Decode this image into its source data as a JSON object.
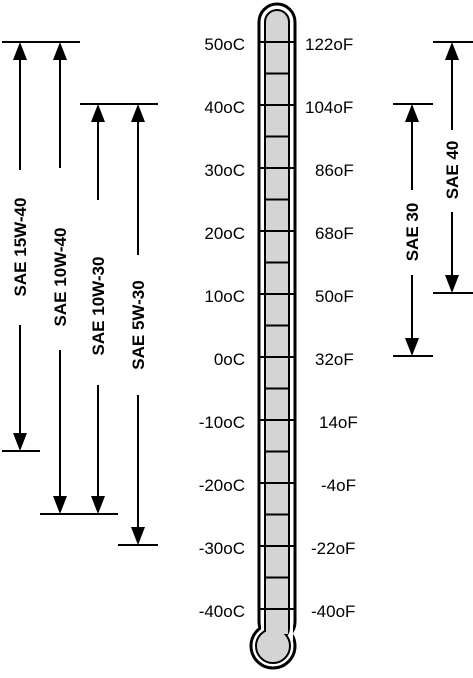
{
  "thermometer": {
    "celsius_labels": [
      "50oC",
      "40oC",
      "30oC",
      "20oC",
      "10oC",
      "0oC",
      "-10oC",
      "-20oC",
      "-30oC",
      "-40oC"
    ],
    "fahrenheit_labels": [
      "122oF",
      "104oF",
      "86oF",
      "68oF",
      "50oF",
      "32oF",
      "14oF",
      "-4oF",
      "-22oF",
      "-40oF"
    ],
    "celsius_values": [
      50,
      40,
      30,
      20,
      10,
      0,
      -10,
      -20,
      -30,
      -40
    ],
    "colors": {
      "fill": "#d4d4d4",
      "outline": "#000000",
      "background": "#ffffff"
    }
  },
  "oil_ranges_left": [
    {
      "label": "SAE 15W-40",
      "max_c": 50,
      "min_c": -15
    },
    {
      "label": "SAE 10W-40",
      "max_c": 50,
      "min_c": -25
    },
    {
      "label": "SAE 10W-30",
      "max_c": 40,
      "min_c": -25
    },
    {
      "label": "SAE 5W-30",
      "max_c": 40,
      "min_c": -30
    }
  ],
  "oil_ranges_right": [
    {
      "label": "SAE 40",
      "max_c": 50,
      "min_c": 10
    },
    {
      "label": "SAE 30",
      "max_c": 40,
      "min_c": 0
    }
  ]
}
